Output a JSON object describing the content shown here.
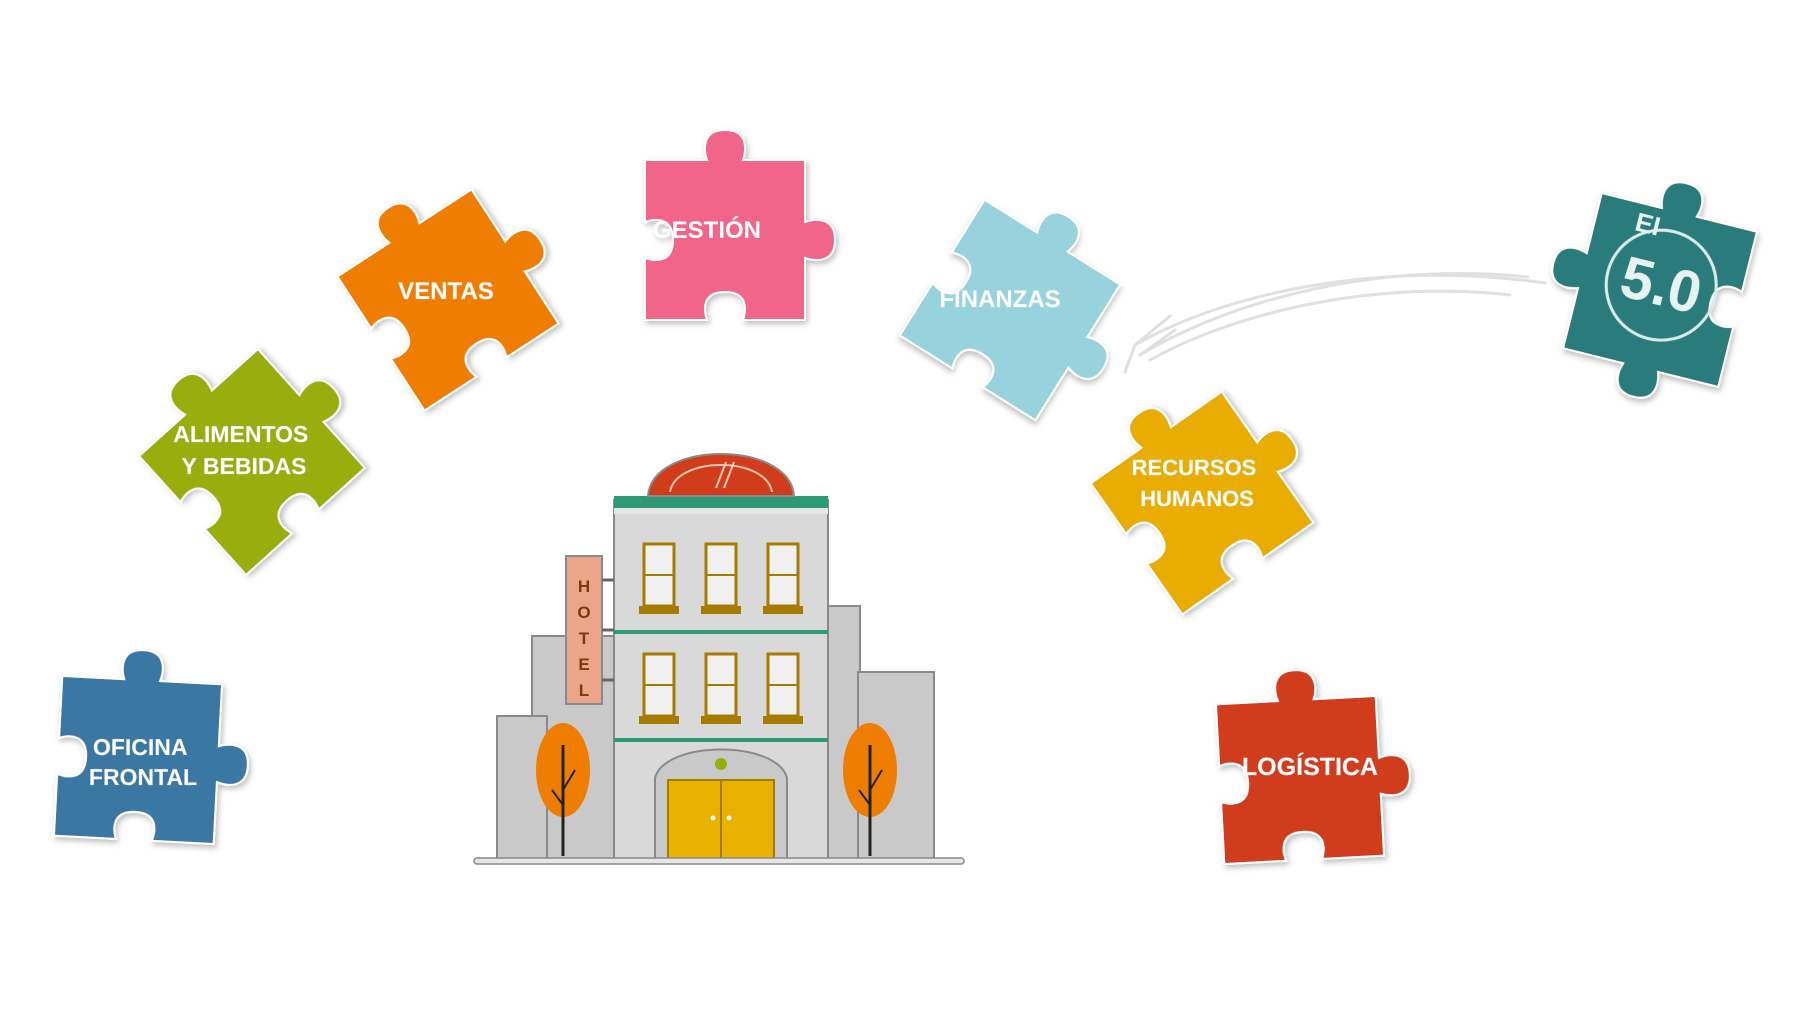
{
  "pieces": [
    {
      "id": "oficina",
      "lines": [
        "OFICINA",
        "FRONTAL"
      ],
      "color": "#3a77a3"
    },
    {
      "id": "alimentos",
      "lines": [
        "ALIMENTOS",
        "Y BEBIDAS"
      ],
      "color": "#99ad0f"
    },
    {
      "id": "ventas",
      "lines": [
        "VENTAS"
      ],
      "color": "#ef7d00"
    },
    {
      "id": "gestion",
      "lines": [
        "GESTIÓN"
      ],
      "color": "#f2658b"
    },
    {
      "id": "finanzas",
      "lines": [
        "FINANZAS"
      ],
      "color": "#98d2dc"
    },
    {
      "id": "recursos",
      "lines": [
        "RECURSOS",
        "HUMANOS"
      ],
      "color": "#e8ad00"
    },
    {
      "id": "logistica",
      "lines": [
        "LOGÍSTICA"
      ],
      "color": "#d13c1a"
    }
  ],
  "badge": {
    "prefix": "EI",
    "version": "5.0",
    "color": "#2b7c7c"
  },
  "hotel": {
    "sign_letters": [
      "H",
      "O",
      "T",
      "E",
      "L"
    ]
  }
}
